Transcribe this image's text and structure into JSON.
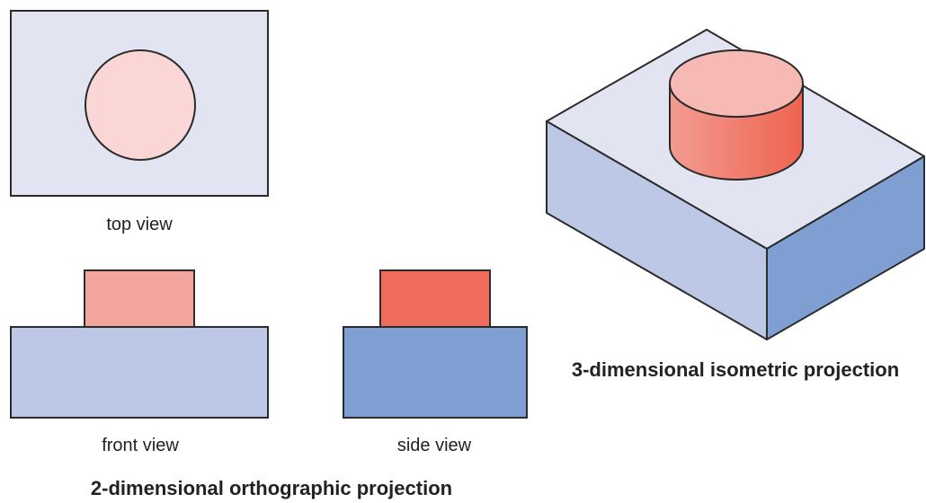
{
  "labels": {
    "top_view": "top view",
    "front_view": "front view",
    "side_view": "side view",
    "orthographic": "2-dimensional orthographic projection",
    "isometric": "3-dimensional isometric projection"
  },
  "colors": {
    "stroke": "#2b2b2b",
    "top_face_light": "#e3e4f2",
    "front_light_blue": "#bcc8e6",
    "side_dark_blue": "#7f9fd3",
    "cylinder_top": "#f7b9b4",
    "cylinder_top_view": "#fad6d6",
    "front_view_rect": "#f4a69e",
    "side_view_rect": "#ef6c5c",
    "cylinder_body_light": "#f39b91",
    "cylinder_body_dark": "#ee6450"
  }
}
